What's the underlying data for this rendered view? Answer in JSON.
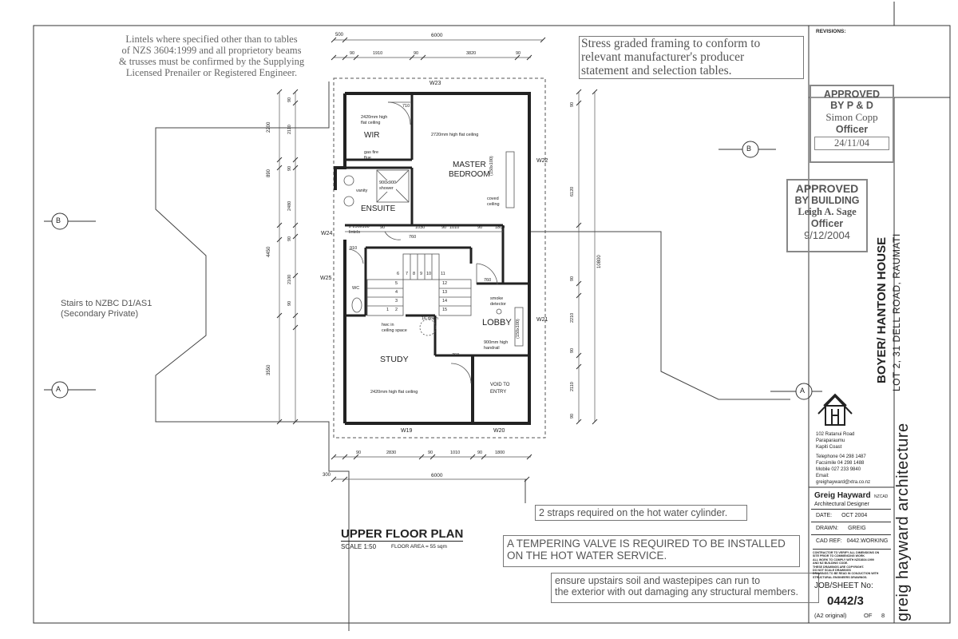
{
  "notes": {
    "lintels": [
      "Lintels where specified other than to tables",
      "of NZS 3604:1999 and all proprietory beams",
      "& trusses must be confirmed by the Supplying",
      "Licensed Prenailer or Registered Engineer."
    ],
    "framing": [
      "Stress graded framing to conform to",
      "relevant manufacturer's producer",
      "statement and selection tables."
    ],
    "stairs": [
      "Stairs to NZBC D1/AS1",
      "(Secondary Private)"
    ],
    "straps": "2 straps required on the hot water cylinder.",
    "tempering": [
      "A TEMPERING VALVE IS REQUIRED TO BE INSTALLED",
      "ON THE HOT WATER SERVICE."
    ],
    "soil": [
      "ensure upstairs soil and wastepipes can run to",
      "the exterior with out damaging any structural members."
    ]
  },
  "stamps": {
    "pd": {
      "l1": "APPROVED",
      "l2": "BY P & D",
      "name": "Simon Copp",
      "role": "Officer",
      "date": "24/11/04"
    },
    "building": {
      "l1": "APPROVED",
      "l2": "BY BUILDING",
      "name": "Leigh A. Sage",
      "role": "Officer",
      "date": "9/12/2004"
    }
  },
  "title": {
    "plan": "UPPER FLOOR PLAN",
    "scale": "SCALE 1:50",
    "area": "FLOOR AREA = 55 sqm"
  },
  "rooms": {
    "wir": "WIR",
    "master": [
      "MASTER",
      "BEDROOM"
    ],
    "ensuite": "ENSUITE",
    "lobby": "LOBBY",
    "study": "STUDY",
    "void": [
      "VOID TO",
      "ENTRY"
    ]
  },
  "small_labels": {
    "wir_ceiling": [
      "2420mm high",
      "flat ceiling"
    ],
    "master_ceiling": "2720mm high flat ceiling",
    "gas": [
      "gas fire",
      "flue"
    ],
    "vanity": "vanity",
    "shower": [
      "900x900",
      "shower"
    ],
    "coved": [
      "coved",
      "ceiling"
    ],
    "beam": "(150x100)",
    "beam2": "(150x100)",
    "wc": "WC",
    "smoke": [
      "smoke",
      "detector"
    ],
    "hwc": [
      "hwc in",
      "ceiling space"
    ],
    "rail": [
      "900mm high",
      "handrail"
    ],
    "down": "16 down",
    "study_ceiling": "2420mm high flat ceiling",
    "lintel": [
      "2 290x100",
      "lintels"
    ]
  },
  "windows": [
    "W23",
    "W22",
    "W21",
    "W24",
    "W25",
    "W19",
    "W20"
  ],
  "dims_top": {
    "overall": "6000",
    "offset": "500",
    "row2": [
      "90",
      "1910",
      "90",
      "3820",
      "90"
    ]
  },
  "dims_bottom": {
    "overall": "6000",
    "offset": "300",
    "row": [
      "90",
      "2830",
      "90",
      "1010",
      "90",
      "1800"
    ]
  },
  "dims_left": {
    "outer": [
      "2200",
      "890",
      "4450",
      "3550"
    ],
    "inner": [
      "90",
      "2110",
      "90",
      "2480",
      "90",
      "2100",
      "90"
    ]
  },
  "dims_right": {
    "overall": "10800",
    "inner": [
      "90",
      "6120",
      "90",
      "2210",
      "90",
      "2110",
      "90"
    ]
  },
  "dims_internal": [
    "710",
    "1030",
    "90",
    "1010",
    "90",
    "1800",
    "760",
    "910",
    "760",
    "760",
    "90"
  ],
  "stair_numbers": [
    "5",
    "4",
    "3",
    "2",
    "1",
    "6",
    "7",
    "8",
    "9",
    "10",
    "11",
    "12",
    "13",
    "14",
    "15"
  ],
  "section_markers": [
    "B",
    "B",
    "A",
    "A"
  ],
  "titleblock": {
    "revisions": "REVISIONS:",
    "project": "BOYER/ HANTON HOUSE",
    "address": "LOT 2, 31 DELL ROAD, RAUMATI",
    "firm_vertical": "greig hayward architecture",
    "contact": [
      "102 Ratanui Road",
      "Paraparaumu",
      "Kapiti Coast",
      "Telephone 04 298 1487",
      "Facsimile 04 298 1488",
      "Mobile 027 233 9840",
      "Email:",
      "greighayward@xtra.co.nz"
    ],
    "designer": "Greig Hayward",
    "designer_suffix": "NZCAD",
    "designer_role": "Architectural Designer",
    "date_label": "DATE:",
    "date": "OCT 2004",
    "drawn_label": "DRAWN:",
    "drawn": "GREIG",
    "cad_label": "CAD REF:",
    "cad": "0442.WORKING",
    "fine_print": [
      "CONTRACTOR TO VERIFY ALL DIMENSIONS ON",
      "SITE PRIOR TO COMMENCING WORK",
      "ALL WORK TO COMPLY WITH NZS3604:1999",
      "AND NZ BUILDING CODE.",
      "THESE DRAWINGS ARE COPYRIGHT.",
      "DO NOT SCALE DRAWINGS",
      "DRAWINGS TO BE READ IN CONJUCTION WITH",
      "STRUCTURAL ENGINEERS DRAWINGS."
    ],
    "job_label": "JOB/SHEET No:",
    "job": "0442/3",
    "a2": "(A2 original)",
    "of": "OF",
    "of_num": "8"
  }
}
